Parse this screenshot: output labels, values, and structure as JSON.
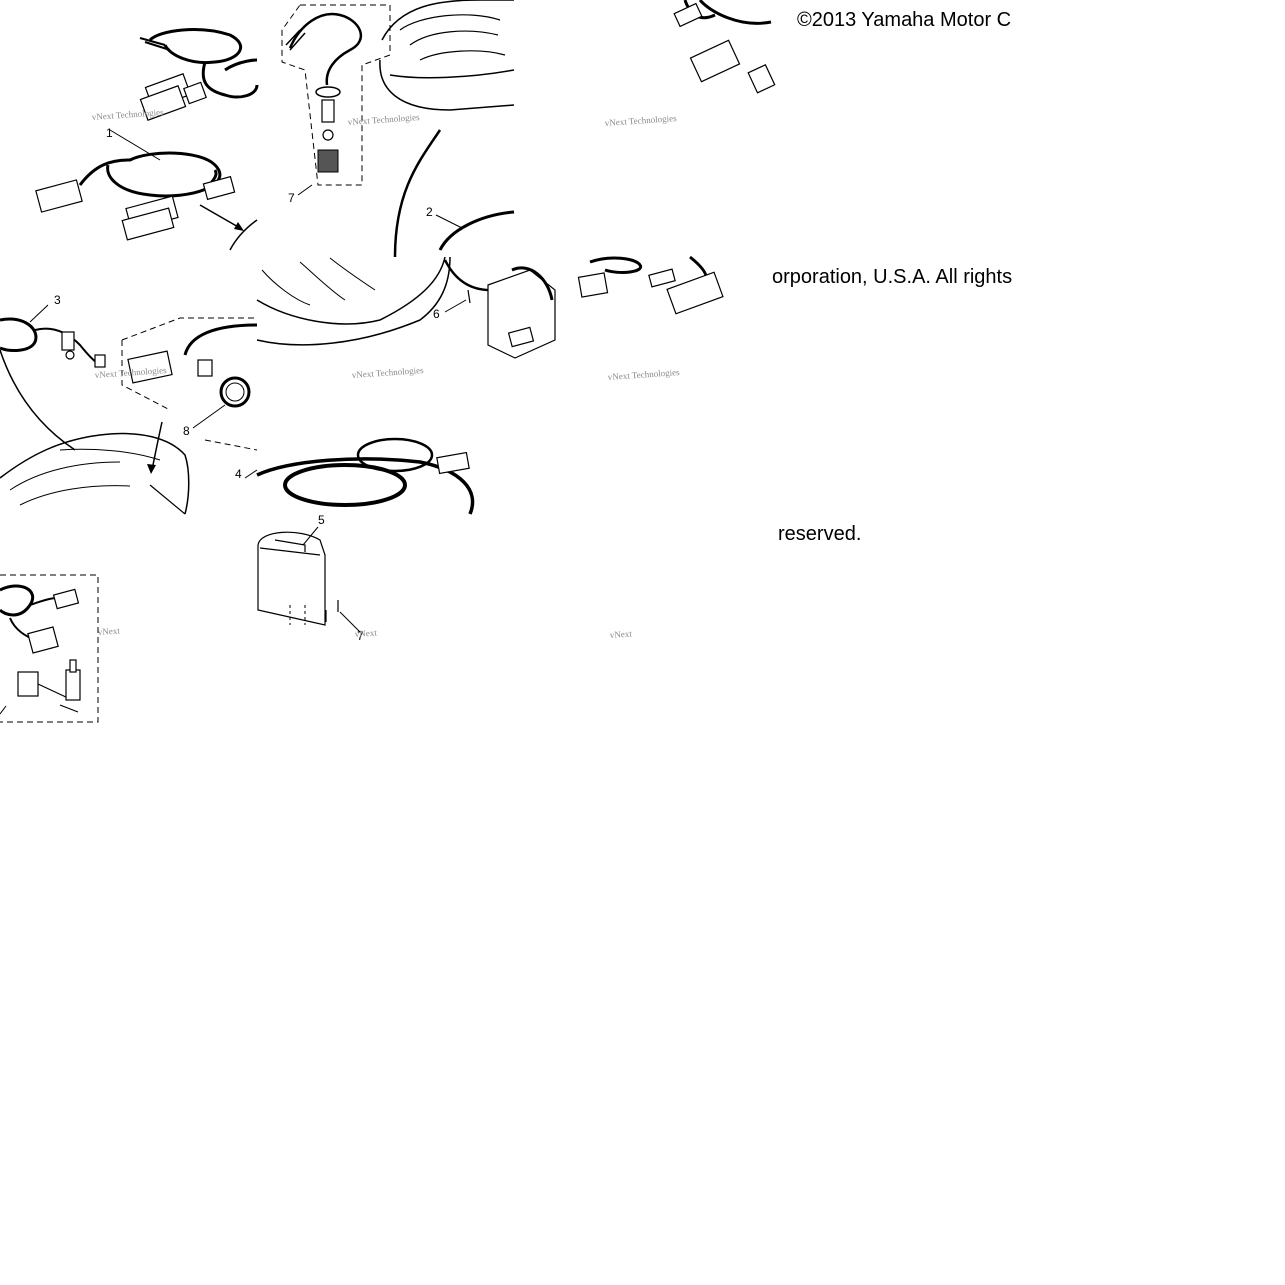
{
  "copyright": {
    "line1": "©2013 Yamaha Motor C",
    "line2": "orporation, U.S.A. All rights",
    "line3": "reserved."
  },
  "callouts": {
    "c1": "1",
    "c2": "2",
    "c3": "3",
    "c4": "4",
    "c5": "5",
    "c6": "6",
    "c7a": "7",
    "c7b": "7",
    "c8": "8"
  },
  "watermarks": {
    "w1": "vNext Technologies",
    "w2": "vNext Technologies",
    "w3": "vNext Technologies",
    "w4": "vNext Technologies",
    "w5": "vNext Technologies",
    "w6": "vNext Technologies",
    "w7": "vNext",
    "w8": "vNext",
    "w9": "vNext"
  },
  "colors": {
    "background": "#ffffff",
    "ink": "#000000",
    "watermark": "#8a8a8a"
  }
}
